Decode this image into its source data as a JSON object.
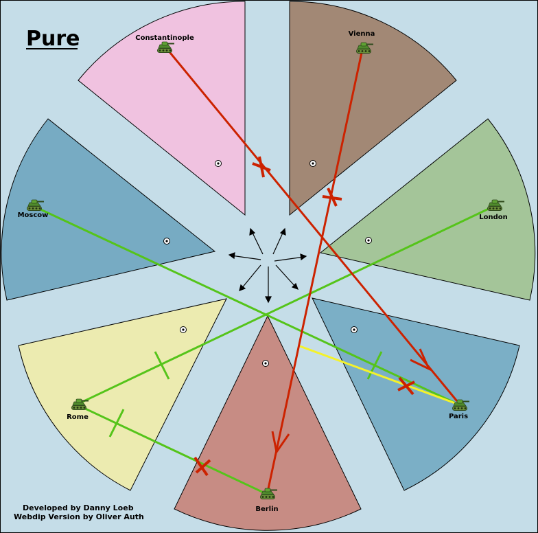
{
  "map": {
    "title": "Pure",
    "credits": [
      "Developed by Danny Loeb",
      "Webdip Version by Oliver Auth"
    ],
    "background_color": "#c5dde8",
    "border_color": "#000000"
  },
  "territories": [
    {
      "id": "constantinople",
      "name": "Constantinople",
      "color": "#f0c2e0",
      "unit": "army"
    },
    {
      "id": "vienna",
      "name": "Vienna",
      "color": "#a28875",
      "unit": "army"
    },
    {
      "id": "london",
      "name": "London",
      "color": "#a4c599",
      "unit": "army"
    },
    {
      "id": "paris",
      "name": "Paris",
      "color": "#7bafc6",
      "unit": "army"
    },
    {
      "id": "berlin",
      "name": "Berlin",
      "color": "#c78c84",
      "unit": "army"
    },
    {
      "id": "rome",
      "name": "Rome",
      "color": "#ecebb0",
      "unit": "army"
    },
    {
      "id": "moscow",
      "name": "Moscow",
      "color": "#77abc3",
      "unit": "army"
    }
  ],
  "supply_center_icon": "target-dot-icon",
  "unit_icon": "tank-icon",
  "order_colors": {
    "success": "#55c41a",
    "failed": "#cc2200",
    "support": "#f4f22a"
  },
  "orders": [
    {
      "type": "move",
      "from": "Constantinople",
      "to": "Paris",
      "result": "failed"
    },
    {
      "type": "move",
      "from": "Vienna",
      "to": "Berlin",
      "result": "failed"
    },
    {
      "type": "support_move",
      "by": "Moscow",
      "from": "Paris",
      "to": "Moscow",
      "result": "success"
    },
    {
      "type": "support_move",
      "by": "London",
      "from": "Rome",
      "to": "London",
      "result": "success"
    },
    {
      "type": "support_hold",
      "by": "Rome",
      "target": "Berlin",
      "result": "failed"
    },
    {
      "type": "support_hold",
      "by": "Paris",
      "target": "Paris",
      "result": "failed"
    }
  ]
}
